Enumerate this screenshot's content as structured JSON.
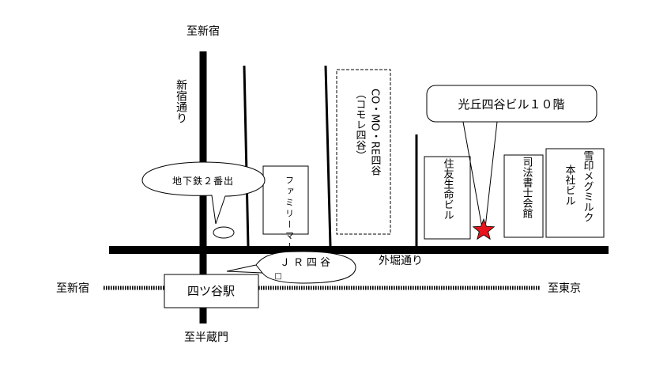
{
  "labels": {
    "to_shinjuku_top": "至新宿",
    "to_shinjuku_left": "至新宿",
    "to_tokyo": "至東京",
    "to_hanzomon": "至半蔵門",
    "shinjuku_dori": "新宿通り",
    "sotobori_dori": "外堀通り",
    "yotsuya_station": "四ツ谷駅"
  },
  "callouts": {
    "subway_exit": "地下鉄２番出",
    "jr_yotsuya": "ＪＲ四谷",
    "jr_yotsuya_extra": "□",
    "target_building": "光丘四谷ビル１０階"
  },
  "buildings": {
    "family_mart": "ファミリーマート",
    "comore_yotsuya_line1": "CO・MO・RE四谷",
    "comore_yotsuya_line2": "（コモレ四谷）",
    "sumitomo_seimei": "住友生命ビル",
    "shiho_shoshi_kaikan": "司法書士会館",
    "megmilk_line1": "雪印メグミルク",
    "megmilk_line2": "本社ビル"
  },
  "colors": {
    "marker": "#e8141b",
    "ink": "#000000"
  },
  "marker_icon": "star-icon"
}
